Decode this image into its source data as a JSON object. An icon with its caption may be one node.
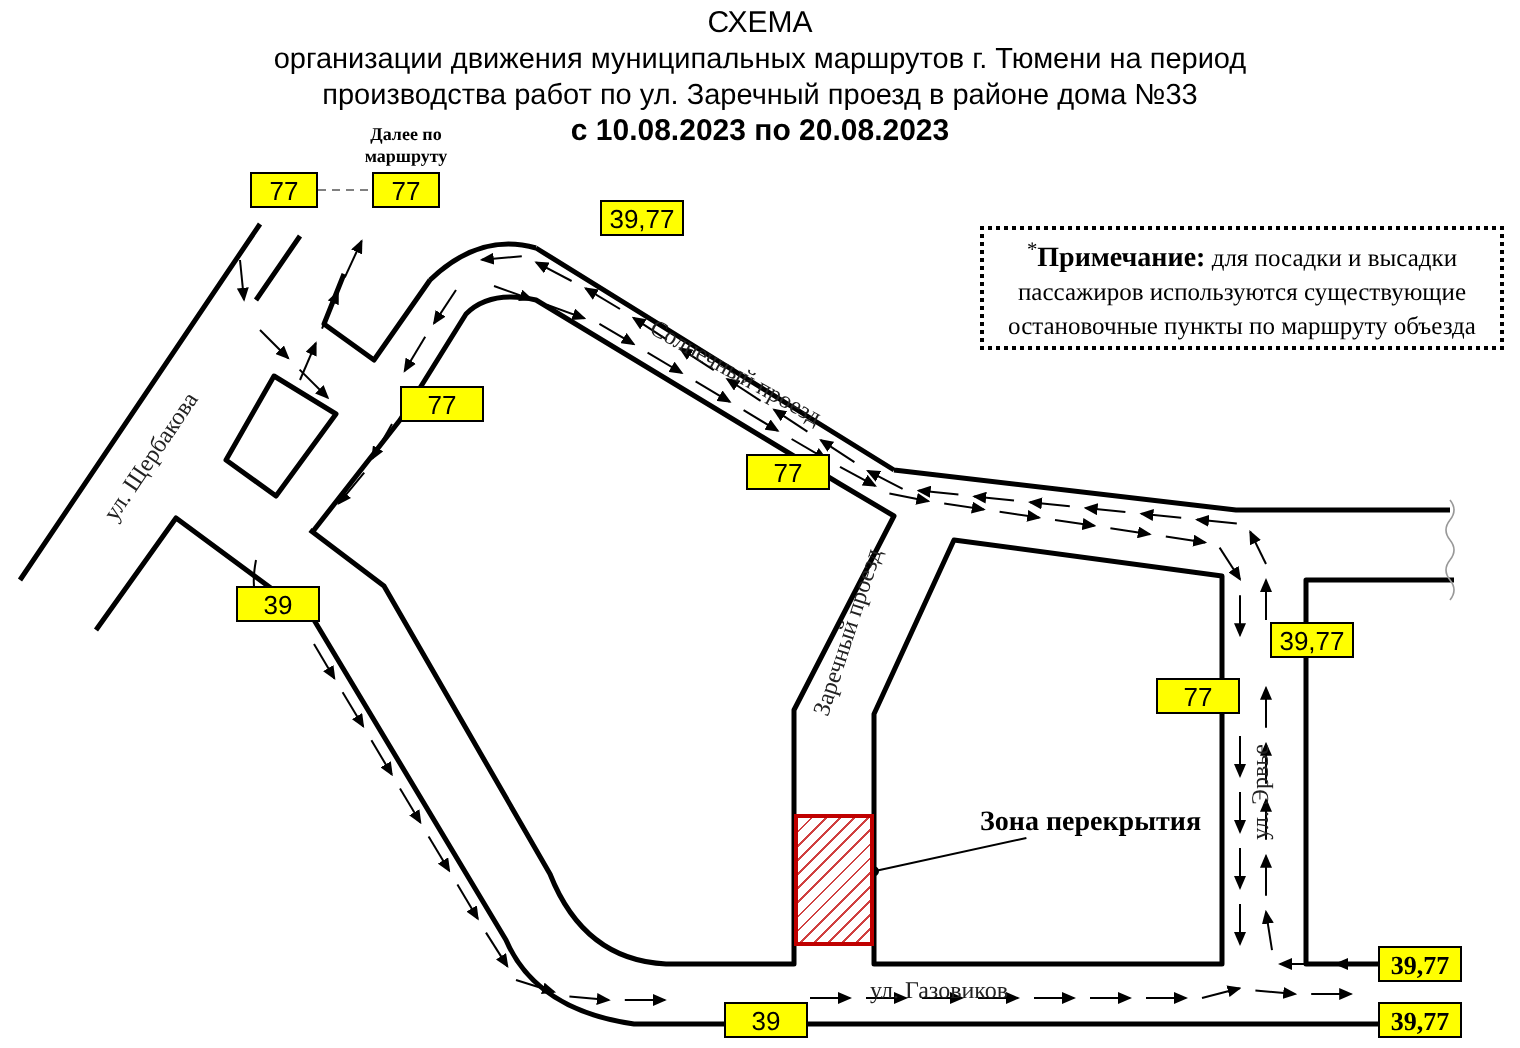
{
  "diagram": {
    "title": "СХЕМА",
    "nodes": [
      {
        "text": [
          "77"
        ]
      },
      {
        "text": [
          "77"
        ],
        "beside": [
          "Далее по маршруту"
        ]
      },
      {
        "text": [
          "39,77"
        ]
      },
      {
        "text": [
          "$^{*}$**Примечание:** для посадки и высадки пассажиров используются существующие остановочные пункты по маршруту объезда"
        ]
      },
      {
        "text": [
          "77"
        ]
      },
      {
        "text": [
          "77"
        ]
      },
      {
        "text": [
          "39"
        ]
      },
      {
        "text": [
          "39,77"
        ]
      },
      {
        "text": [
          "77"
        ]
      },
      {
        "text": [
          "Зона перекрытия"
        ]
      },
      {
        "text": [],
        "shape": "box"
      },
      {
        "text": [
          "39,77"
        ]
      },
      {
        "text": [
          "39"
        ]
      },
      {
        "text": [
          "39,77"
        ]
      }
    ],
    "edges": [
      {
        "from": 0,
        "to": 1,
        "arrow": "none",
        "style": "dashed",
        "color": "#808080"
      },
      {
        "from": 9,
        "to": 10,
        "arrow": "other",
        "color": "#000000"
      }
    ],
    "labels": [
      "организации движения муниципальных маршрутов г. Тюмени на период производства работ по ул. Заречный проезд в районе дома №33",
      "с 10.08.2023 по 20.08.2023",
      "ул. Щербакова",
      "Солнечный проезд",
      "Заречный проезд",
      "ул. Эрвье",
      "ул. Газовиков"
    ]
  }
}
